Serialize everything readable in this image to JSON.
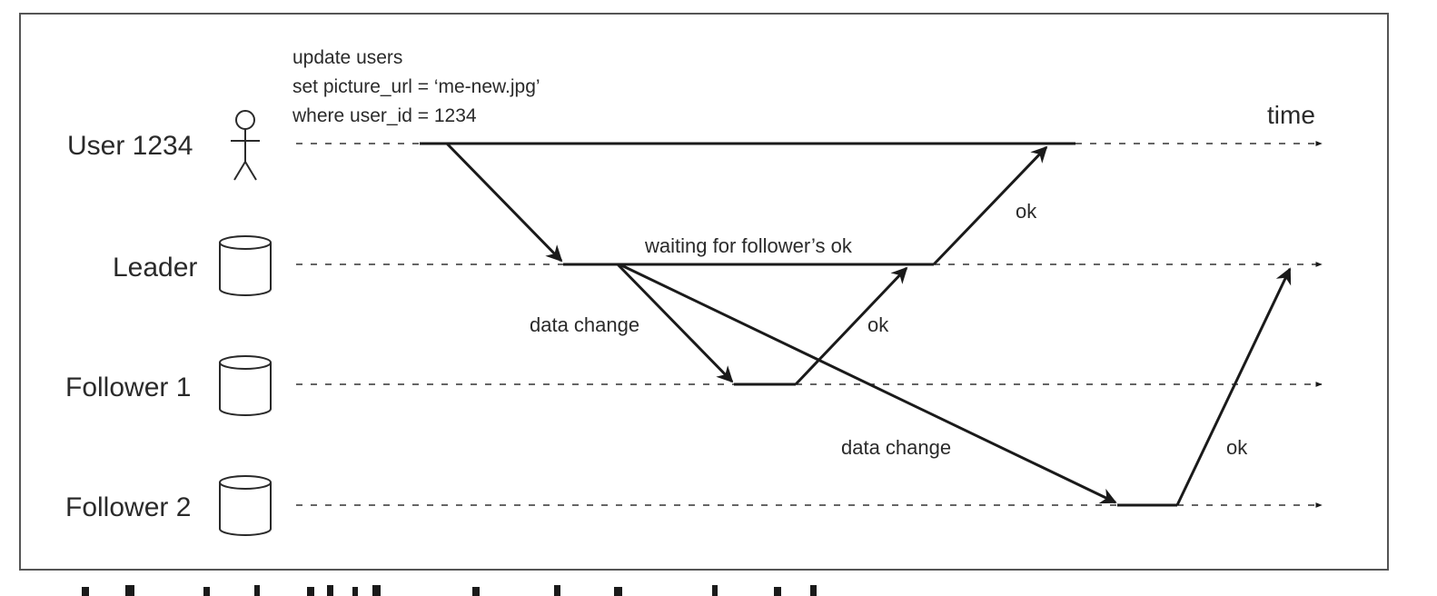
{
  "diagram": {
    "time_label": "time",
    "query": {
      "line1": "update users",
      "line2": "set picture_url = ‘me-new.jpg’",
      "line3": "where user_id = 1234"
    },
    "actors": [
      {
        "label": "User 1234",
        "icon": "stick-figure-icon"
      },
      {
        "label": "Leader",
        "icon": "database-icon"
      },
      {
        "label": "Follower 1",
        "icon": "database-icon"
      },
      {
        "label": "Follower 2",
        "icon": "database-icon"
      }
    ],
    "messages": {
      "waiting": "waiting for follower’s ok",
      "data_change_1": "data change",
      "ok_1": "ok",
      "data_change_2": "data change",
      "ok_2": "ok",
      "ok_leader": "ok"
    }
  }
}
